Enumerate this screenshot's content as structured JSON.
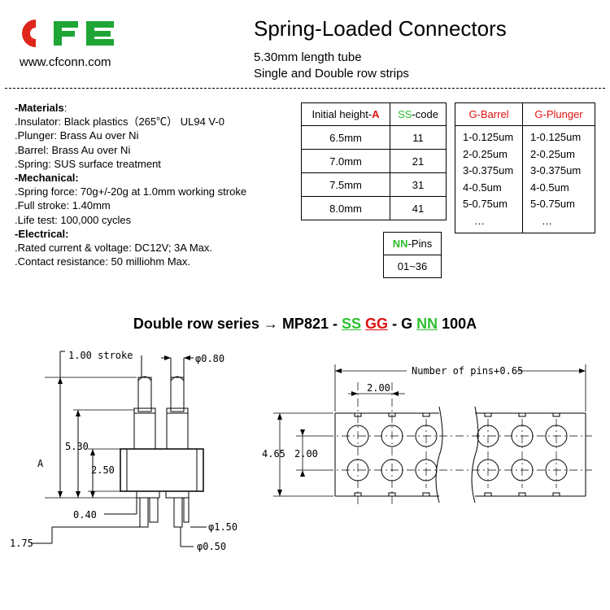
{
  "header": {
    "logo_text": "CFE",
    "website": "www.cfconn.com",
    "title": "Spring-Loaded Connectors",
    "subtitle_1": "5.30mm length tube",
    "subtitle_2": "Single and Double row strips"
  },
  "specs": {
    "materials_heading": "-Materials",
    "materials_colon": ":",
    "insulator": ".Insulator: Black plastics（265℃） UL94 V-0",
    "plunger": ".Plunger: Brass Au over Ni",
    "barrel": ".Barrel: Brass Au over Ni",
    "spring": ".Spring: SUS surface treatment",
    "mechanical_heading": "-Mechanical:",
    "spring_force": ".Spring force: 70g+/-20g at 1.0mm working stroke",
    "full_stroke": ".Full stroke: 1.40mm",
    "life_test": ".Life test: 100,000 cycles",
    "electrical_heading": "-Electrical:",
    "rated": ".Rated current & voltage: DC12V; 3A Max.",
    "contact": ".Contact resistance: 50 milliohm Max."
  },
  "height_table": {
    "col1_prefix": "Initial height-",
    "col1_letter": "A",
    "col2_prefix": "SS",
    "col2_suffix": "-code",
    "rows": [
      {
        "height": "6.5mm",
        "code": "11"
      },
      {
        "height": "7.0mm",
        "code": "21"
      },
      {
        "height": "7.5mm",
        "code": "31"
      },
      {
        "height": "8.0mm",
        "code": "41"
      }
    ]
  },
  "pins_table": {
    "head_prefix": "NN",
    "head_suffix": "-Pins",
    "value": "01~36"
  },
  "plating_table": {
    "col1": "G-Barrel",
    "col2": "G-Plunger",
    "barrel": [
      "1-0.125um",
      "2-0.25um",
      "3-0.375um",
      "4-0.5um",
      "5-0.75um",
      "…"
    ],
    "plunger": [
      "1-0.125um",
      "2-0.25um",
      "3-0.375um",
      "4-0.5um",
      "5-0.75um",
      "…"
    ]
  },
  "series": {
    "prefix": "Double row series",
    "arrow": "→",
    "part": "MP821",
    "dash1": "-",
    "ss": "SS",
    "gg": "GG",
    "dash2": "- G",
    "nn": "NN",
    "suffix": "100A"
  },
  "drawing_left": {
    "stroke": "1.00 stroke",
    "dia_top": "φ0.80",
    "length": "5.30",
    "height_label": "A",
    "body": "2.50",
    "offset": "0.40",
    "dia_mid": "φ1.50",
    "tail": "1.75",
    "dia_bot": "φ0.50"
  },
  "drawing_right": {
    "total": "Number of pins+0.65",
    "pitch": "2.00",
    "width": "4.65",
    "row_pitch": "2.00"
  },
  "colors": {
    "red": "#e01010",
    "green": "#2fbf2f",
    "logo_red": "#e0261c",
    "logo_green": "#1ea536"
  }
}
